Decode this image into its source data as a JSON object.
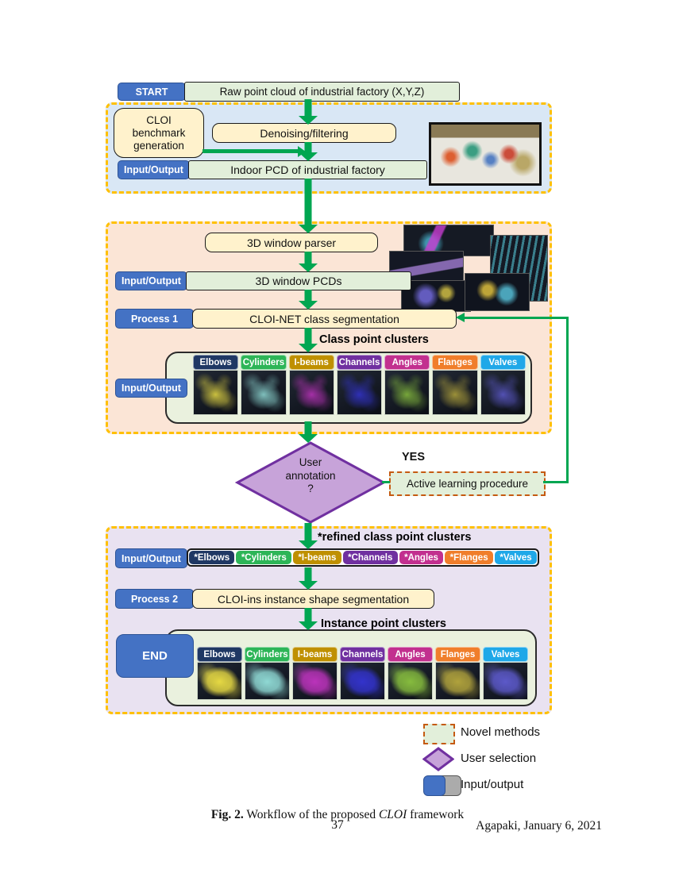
{
  "flow": {
    "start_label": "START",
    "raw_box": "Raw point cloud of industrial factory (X,Y,Z)",
    "benchmark_lines": [
      "CLOI",
      "benchmark",
      "generation"
    ],
    "denoising_box": "Denoising/filtering",
    "io_label": "Input/Output",
    "indoor_box": "Indoor PCD of industrial factory",
    "parser_box": "3D window parser",
    "window_pcds_box": "3D window PCDs",
    "process1_label": "Process 1",
    "cloinet_box": "CLOI-NET class segmentation",
    "class_clusters_title": "Class point clusters",
    "diamond_lines": [
      "User",
      "annotation",
      "?"
    ],
    "yes_label": "YES",
    "active_learning_box": "Active learning procedure",
    "refined_title": "*refined class point clusters",
    "process2_label": "Process 2",
    "cloins_box": "CLOI-ins instance shape segmentation",
    "instance_clusters_title": "Instance point clusters",
    "end_label": "END",
    "classes": [
      {
        "label": "Elbows",
        "color": "#1F3864",
        "point_color": "#E6D943"
      },
      {
        "label": "Cylinders",
        "color": "#2DB557",
        "point_color": "#8FD9D4"
      },
      {
        "label": "I-beams",
        "color": "#BF9000",
        "point_color": "#BB33BB"
      },
      {
        "label": "Channels",
        "color": "#7030A0",
        "point_color": "#3333CC"
      },
      {
        "label": "Angles",
        "color": "#C2308F",
        "point_color": "#86BC3E"
      },
      {
        "label": "Flanges",
        "color": "#F07E2B",
        "point_color": "#B0A23C"
      },
      {
        "label": "Valves",
        "color": "#1FA8E8",
        "point_color": "#5C59C9"
      }
    ],
    "refined_classes": [
      "*Elbows",
      "*Cylinders",
      "*I-beams",
      "*Channels",
      "*Angles",
      "*Flanges",
      "*Valves"
    ]
  },
  "legend": {
    "novel_methods": "Novel methods",
    "user_selection": "User selection",
    "input_output": "Input/output"
  },
  "caption": {
    "fig_label": "Fig. 2.",
    "text": "Workflow of the proposed",
    "italic": "CLOI",
    "tail": "framework"
  },
  "footer": {
    "page_number": "37",
    "right_text": "Agapaki, January 6, 2021"
  },
  "colors": {
    "arrow_green": "#00A651",
    "box_blue": "#4472C4",
    "cream": "#FFF2CC",
    "light_green": "#E2EFDA",
    "section1_bg": "#D9E7F5",
    "section2_bg": "#FBE5D6",
    "section3_bg": "#E9E2F1",
    "dash_gold": "#FFC000",
    "novel_dash": "#C55A11",
    "diamond_fill": "#C7A3D9",
    "diamond_border": "#7030A0"
  }
}
